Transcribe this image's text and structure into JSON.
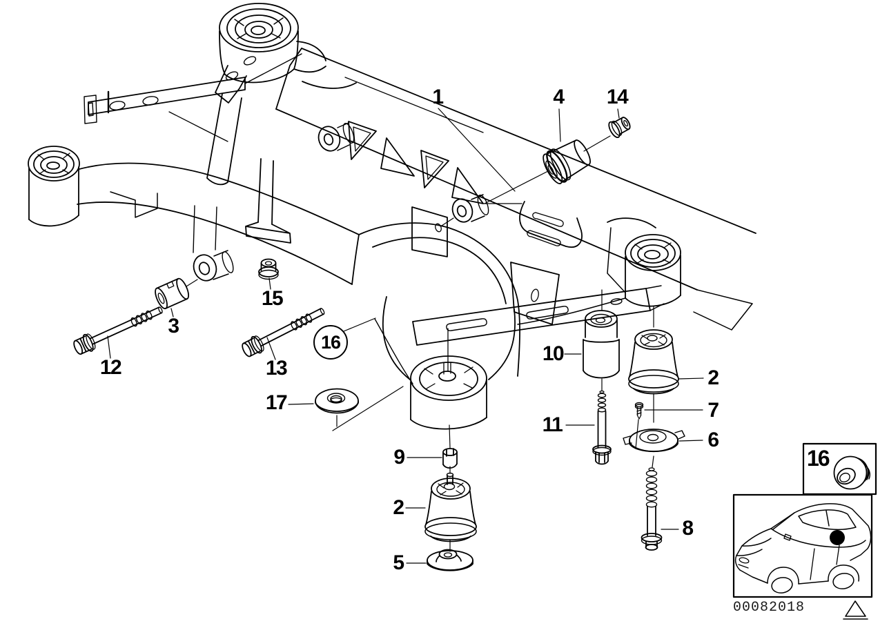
{
  "diagram": {
    "description": "Exploded line drawing of rear axle carrier with mounting parts",
    "line_color": "#000000",
    "background_color": "#ffffff"
  },
  "callouts": {
    "c1": "1",
    "c2a": "2",
    "c2b": "2",
    "c3": "3",
    "c4": "4",
    "c5": "5",
    "c6": "6",
    "c7": "7",
    "c8": "8",
    "c9": "9",
    "c10": "10",
    "c11": "11",
    "c12": "12",
    "c13": "13",
    "c14": "14",
    "c15": "15",
    "c16": "16",
    "c17": "17"
  },
  "inset": {
    "part_label": "16"
  },
  "footer": {
    "image_code": "00082018"
  }
}
